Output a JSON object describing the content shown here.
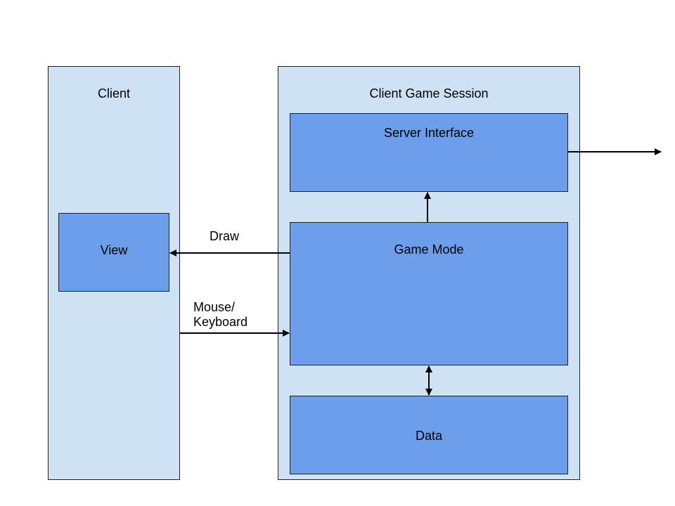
{
  "colors": {
    "container_fill": "#cfe2f3",
    "component_fill": "#6d9eeb",
    "stroke": "#222222"
  },
  "client": {
    "title": "Client",
    "view": "View"
  },
  "session": {
    "title": "Client Game Session",
    "server_interface": "Server Interface",
    "game_mode": "Game Mode",
    "data": "Data"
  },
  "edges": {
    "draw": "Draw",
    "input_line1": "Mouse/",
    "input_line2": "Keyboard"
  }
}
